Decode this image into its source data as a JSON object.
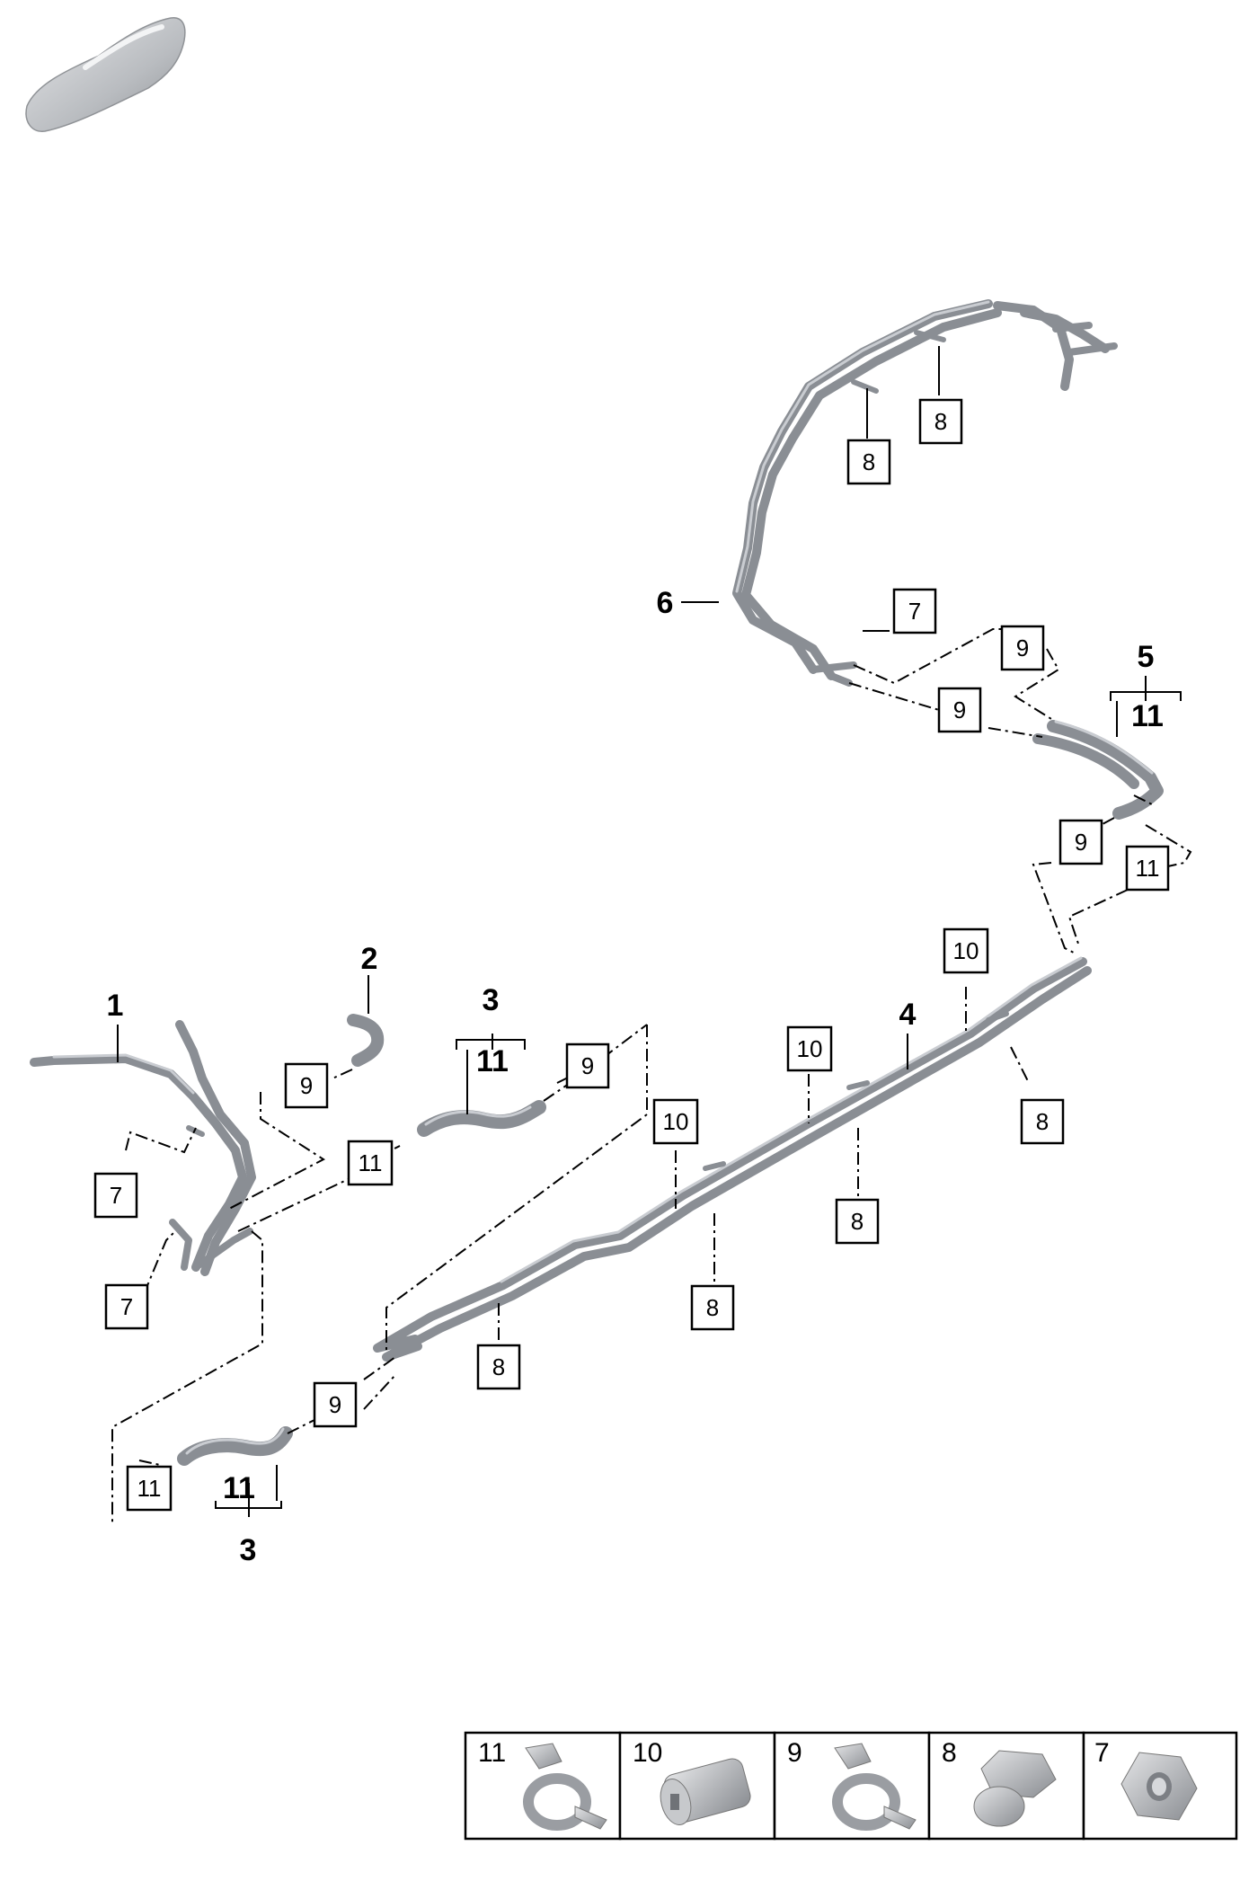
{
  "callouts": {
    "c1": "1",
    "c2": "2",
    "c3a": "3",
    "c3b": "3",
    "c4": "4",
    "c5": "5",
    "c6": "6",
    "kit11_a": "11",
    "kit11_b": "11",
    "kit11_c": "11"
  },
  "boxes": {
    "b8_1": "8",
    "b8_2": "8",
    "b8_3": "8",
    "b8_4": "8",
    "b8_5": "8",
    "b8_6": "8",
    "b7_1": "7",
    "b7_2": "7",
    "b7_3": "7",
    "b9_1": "9",
    "b9_2": "9",
    "b9_3": "9",
    "b9_4": "9",
    "b9_5": "9",
    "b9_6": "9",
    "b10_1": "10",
    "b10_2": "10",
    "b10_3": "10",
    "b11_1": "11",
    "b11_2": "11",
    "b11_3": "11"
  },
  "legend": [
    {
      "number": "11",
      "part_icon": "hose-clamp-icon"
    },
    {
      "number": "10",
      "part_icon": "clip-sleeve-icon"
    },
    {
      "number": "9",
      "part_icon": "hose-clamp-icon"
    },
    {
      "number": "8",
      "part_icon": "cap-nut-icon"
    },
    {
      "number": "7",
      "part_icon": "hex-nut-icon"
    }
  ],
  "colors": {
    "pipe": "#8a8e94",
    "pipe_highlight": "#c9ccd1",
    "car_body": "#b9bcc0",
    "line": "#000000"
  }
}
